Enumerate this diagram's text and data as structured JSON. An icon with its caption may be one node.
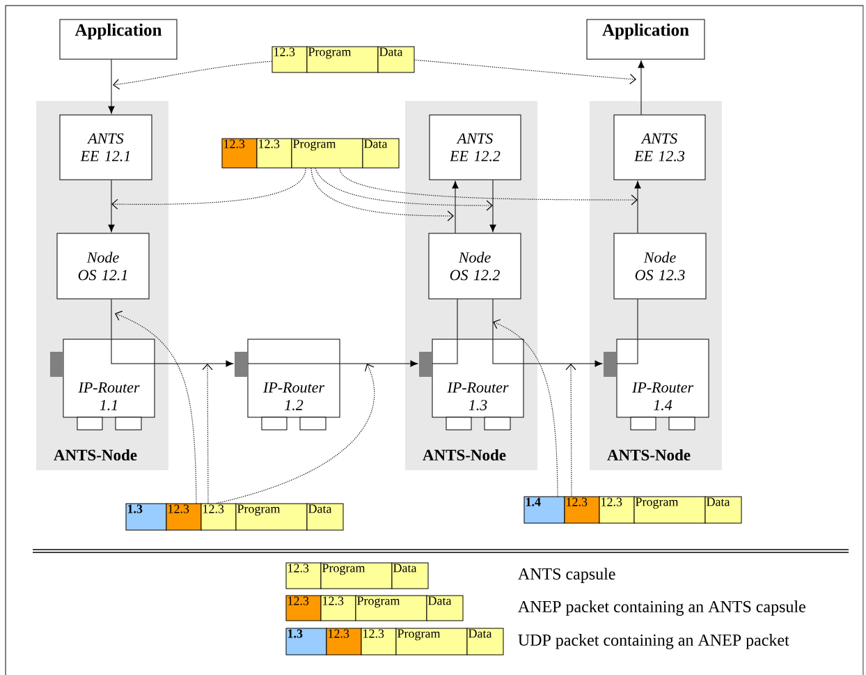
{
  "diagram": {
    "nodes": [
      {
        "text": [
          "Application"
        ]
      },
      {
        "text": [
          "12.3",
          "Program",
          "Data"
        ]
      },
      {
        "text": [
          "Application"
        ]
      },
      {
        "text": [
          "ANTS-Node"
        ]
      },
      {
        "text": [
          "ANTS EE 12.1"
        ],
        "in": 3
      },
      {
        "text": [
          "Node OS 12.1"
        ],
        "in": 3
      },
      {
        "text": [
          "IP-Router 1.1"
        ],
        "in": 3
      },
      {
        "text": [
          "12.3",
          "12.3",
          "Program",
          "Data"
        ]
      },
      {
        "text": [
          "IP-Router 1.2"
        ]
      },
      {
        "text": [
          "ANTS-Node"
        ]
      },
      {
        "text": [
          "ANTS EE 12.2"
        ],
        "in": 9
      },
      {
        "text": [
          "Node OS 12.2"
        ],
        "in": 9
      },
      {
        "text": [
          "IP-Router 1.3"
        ],
        "in": 9
      },
      {
        "text": [
          "ANTS-Node"
        ]
      },
      {
        "text": [
          "ANTS EE 12.3"
        ],
        "in": 13
      },
      {
        "text": [
          "Node OS 12.3"
        ],
        "in": 13
      },
      {
        "text": [
          "IP-Router 1.4"
        ],
        "in": 13
      },
      {
        "text": [
          "1.3",
          "12.3",
          "12.3",
          "Program",
          "Data"
        ]
      },
      {
        "text": [
          "1.4",
          "12.3",
          "12.3",
          "Program",
          "Data"
        ]
      },
      {
        "text": [
          "12.3",
          "Program",
          "Data"
        ]
      },
      {
        "text": [
          "12.3",
          "12.3",
          "Program",
          "Data"
        ]
      },
      {
        "text": [
          "1.3",
          "12.3",
          "12.3",
          "Program",
          "Data"
        ]
      }
    ],
    "edges": [
      {
        "from": 0,
        "to": 4,
        "arrow": "to"
      },
      {
        "from": 4,
        "to": 5,
        "arrow": "to"
      },
      {
        "from": 5,
        "to": 6,
        "arrow": "none"
      },
      {
        "from": 6,
        "to": 8,
        "arrow": "to"
      },
      {
        "from": 8,
        "to": 12,
        "arrow": "to"
      },
      {
        "from": 12,
        "to": 11,
        "arrow": "none"
      },
      {
        "from": 11,
        "to": 10,
        "arrow": "to"
      },
      {
        "from": 10,
        "to": 11,
        "arrow": "to"
      },
      {
        "from": 11,
        "to": 12,
        "arrow": "none"
      },
      {
        "from": 12,
        "to": 16,
        "arrow": "to"
      },
      {
        "from": 16,
        "to": 15,
        "arrow": "none"
      },
      {
        "from": 15,
        "to": 14,
        "arrow": "to"
      },
      {
        "from": 14,
        "to": 2,
        "arrow": "to"
      },
      {
        "from": 1,
        "to": null,
        "arrow": "to",
        "style": "dashed"
      },
      {
        "from": 1,
        "to": null,
        "arrow": "to",
        "style": "dashed"
      },
      {
        "from": 7,
        "to": null,
        "arrow": "to",
        "style": "dashed"
      },
      {
        "from": 7,
        "to": null,
        "arrow": "to",
        "style": "dashed"
      },
      {
        "from": 7,
        "to": null,
        "arrow": "to",
        "style": "dashed"
      },
      {
        "from": 7,
        "to": null,
        "arrow": "to",
        "style": "dashed"
      },
      {
        "from": 17,
        "to": null,
        "arrow": "to",
        "style": "dashed"
      },
      {
        "from": 17,
        "to": null,
        "arrow": "to",
        "style": "dashed"
      },
      {
        "from": 17,
        "to": null,
        "arrow": "to",
        "style": "dashed"
      },
      {
        "from": 18,
        "to": null,
        "arrow": "to",
        "style": "dashed"
      },
      {
        "from": 18,
        "to": null,
        "arrow": "to",
        "style": "dashed"
      }
    ],
    "legend": [
      {
        "text": "ANTS capsule"
      },
      {
        "text": "ANEP packet containing an ANTS capsule"
      },
      {
        "text": "UDP packet containing an ANEP packet"
      }
    ]
  }
}
